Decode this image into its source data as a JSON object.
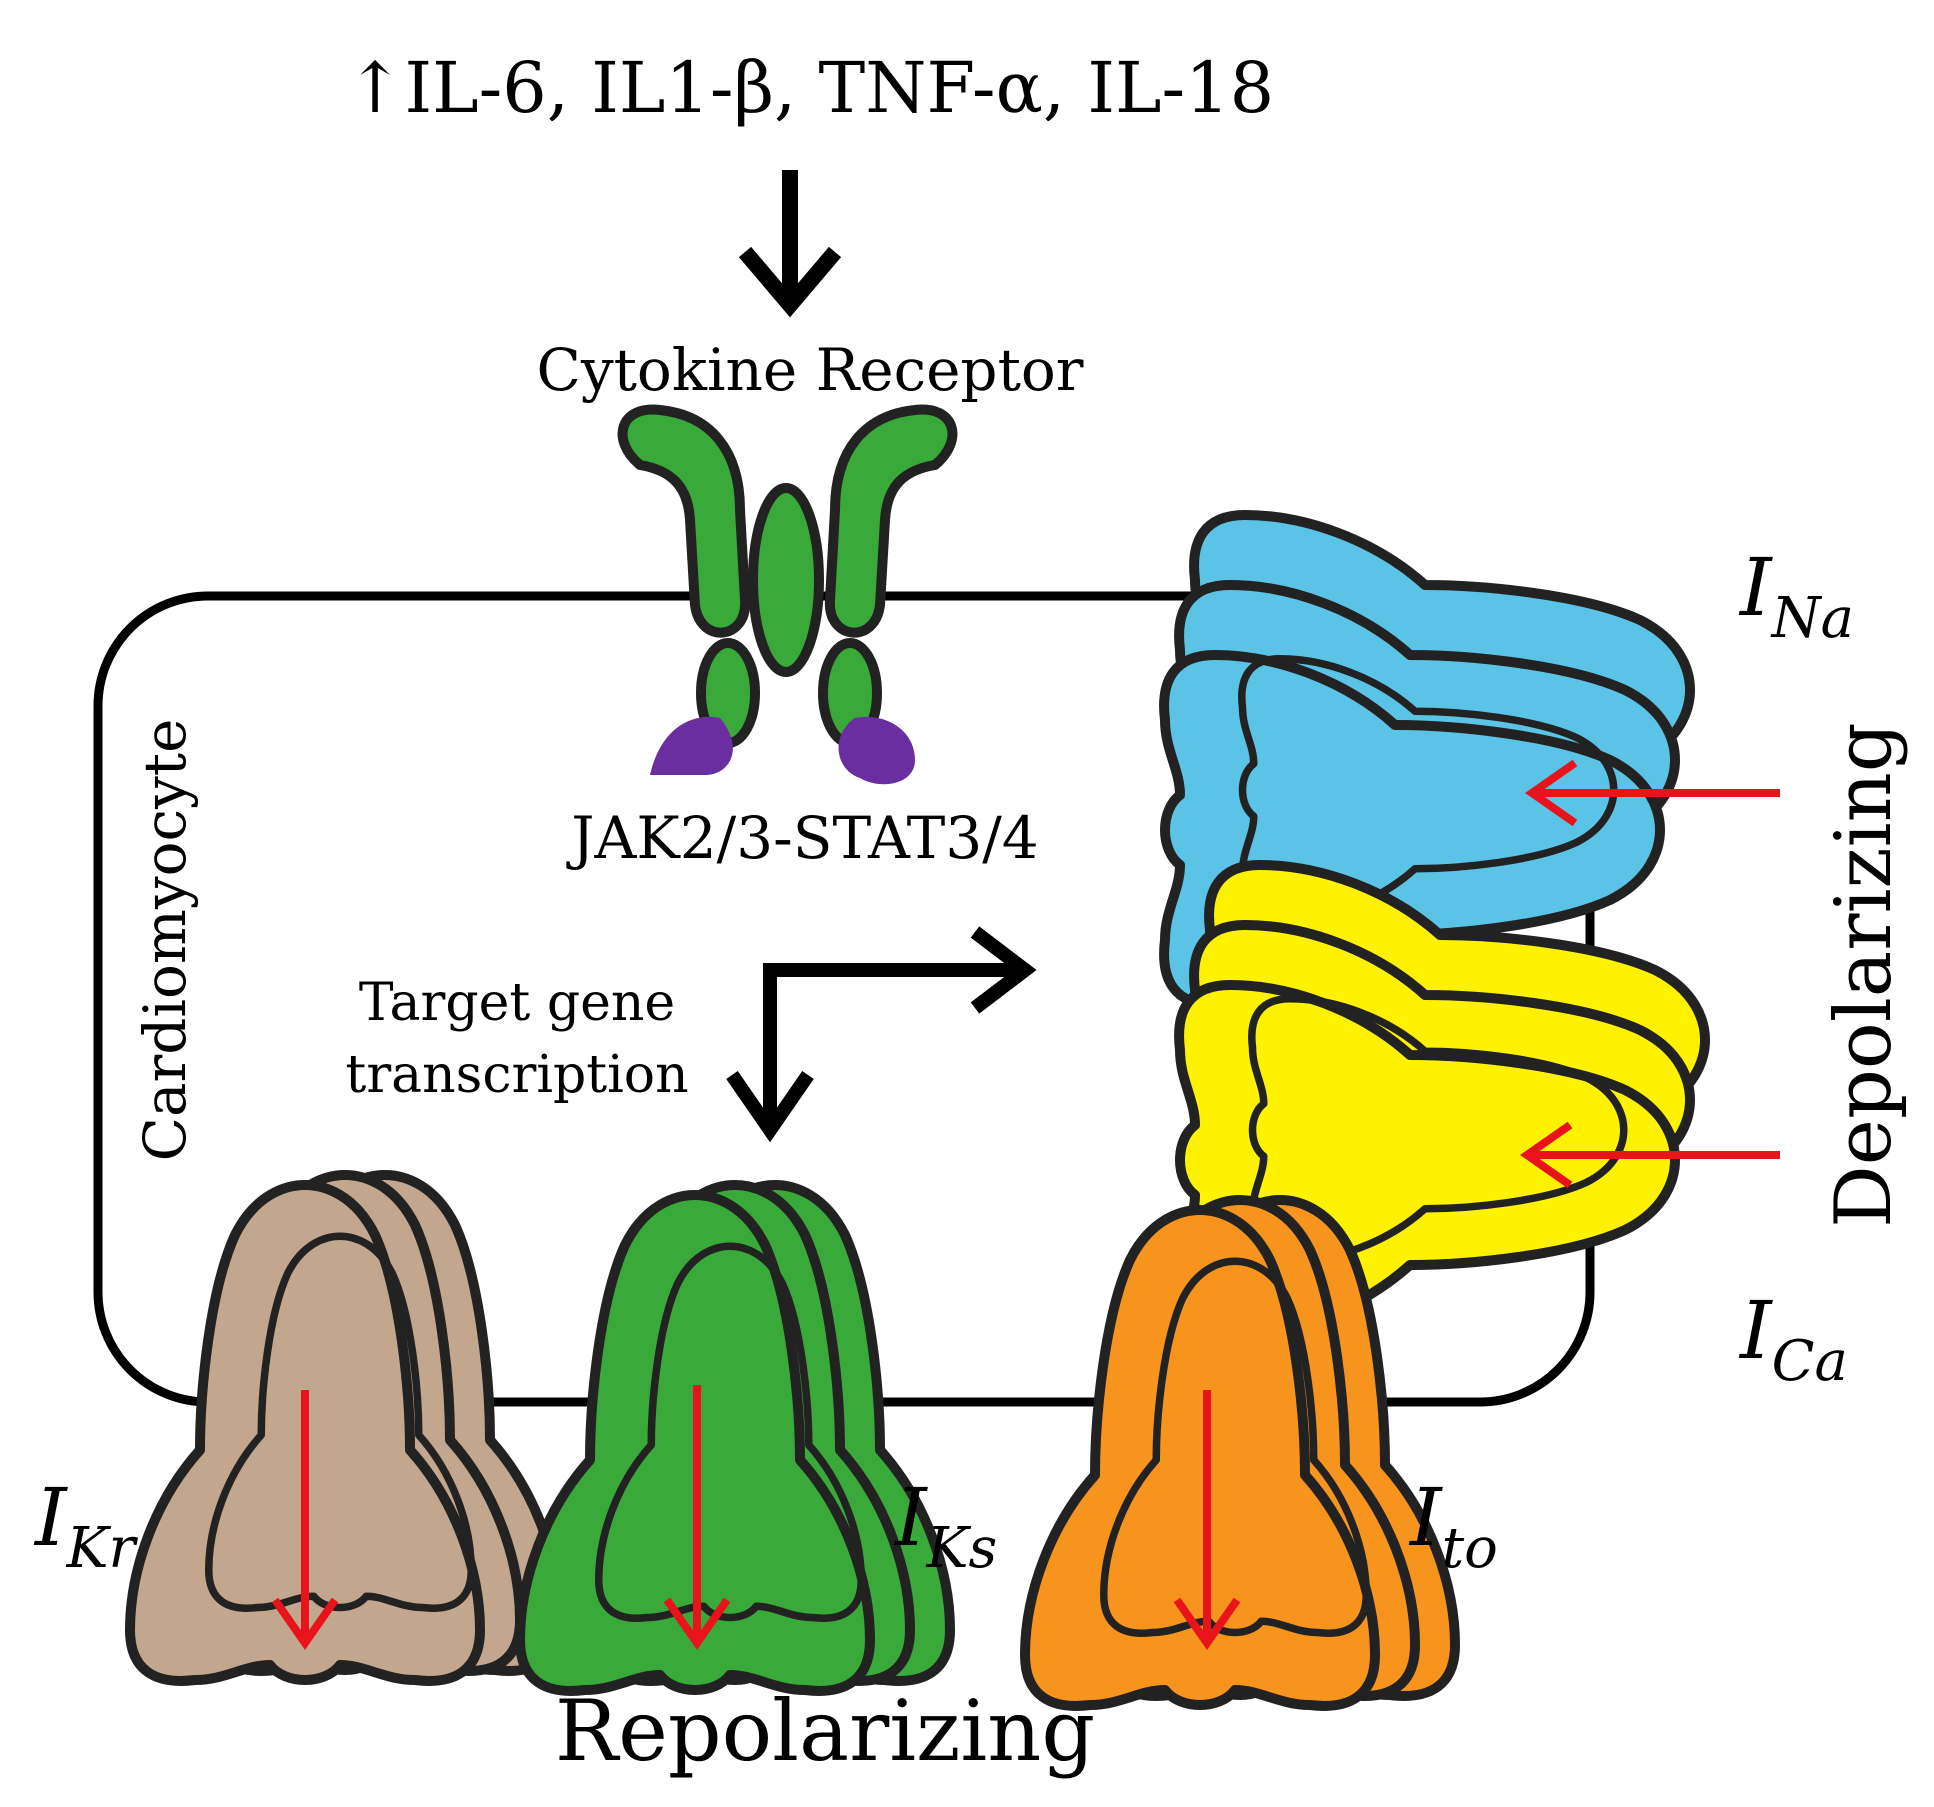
{
  "colors": {
    "membrane": "#000000",
    "receptor_green": "#39a93a",
    "jak_purple": "#6a2ea0",
    "na_blue": "#5bc4e6",
    "ca_yellow": "#fef200",
    "kr_tan": "#c2a68d",
    "ks_green": "#39a93a",
    "to_orange": "#f7941d",
    "current_arrow_red": "#e8131b",
    "signal_arrow_black": "#000000"
  },
  "stimulus": {
    "arrow": "↑",
    "text": "IL-6, IL1-β, TNF-α, IL-18"
  },
  "receptor_label": "Cytokine Receptor",
  "jak_stat_label": "JAK2/3-STAT3/4",
  "cell_label": "Cardiomyocyte",
  "transcription_label": {
    "line1": "Target gene",
    "line2": "transcription"
  },
  "channels": {
    "na": {
      "main": "I",
      "sub": "Na"
    },
    "ca": {
      "main": "I",
      "sub": "Ca"
    },
    "kr": {
      "main": "I",
      "sub": "Kr"
    },
    "ks": {
      "main": "I",
      "sub": "Ks"
    },
    "to": {
      "main": "I",
      "sub": "to"
    }
  },
  "depolarizing_label": "Depolarizing",
  "repolarizing_label": "Repolarizing"
}
